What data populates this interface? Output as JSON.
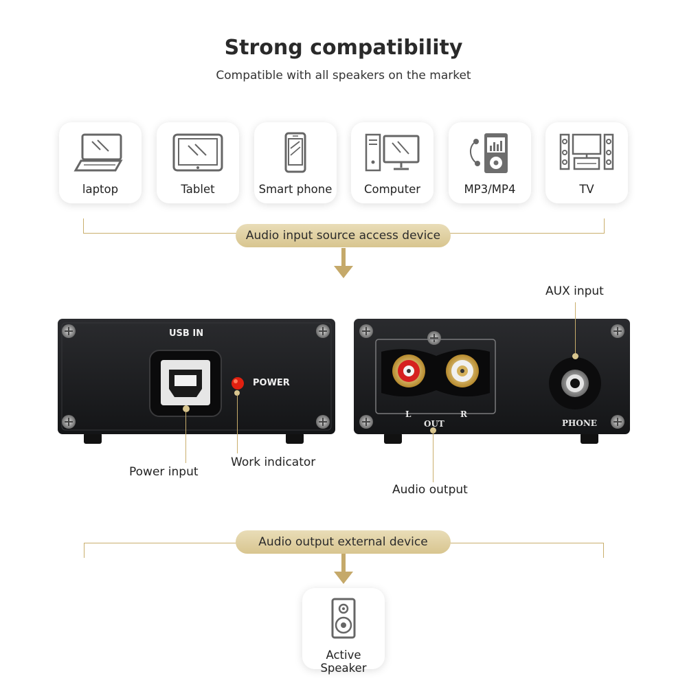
{
  "header": {
    "title": "Strong compatibility",
    "subtitle": "Compatible with all speakers on the market"
  },
  "sources": [
    {
      "label": "laptop",
      "icon": "laptop-icon"
    },
    {
      "label": "Tablet",
      "icon": "tablet-icon"
    },
    {
      "label": "Smart phone",
      "icon": "smartphone-icon"
    },
    {
      "label": "Computer",
      "icon": "computer-icon"
    },
    {
      "label": "MP3/MP4",
      "icon": "mp3-player-icon"
    },
    {
      "label": "TV",
      "icon": "tv-icon"
    }
  ],
  "input_banner": "Audio input source access device",
  "front_panel": {
    "usb_label": "USB IN",
    "power_label": "POWER",
    "callouts": {
      "power_input": "Power input",
      "work_indicator": "Work indicator"
    }
  },
  "back_panel": {
    "left_channel": "L",
    "right_channel": "R",
    "out_label": "OUT",
    "phone_label": "PHONE",
    "callouts": {
      "aux_input": "AUX input",
      "audio_output": "Audio output"
    }
  },
  "output_banner": "Audio output external device",
  "output_device": {
    "label": "Active Speaker",
    "icon": "speaker-icon"
  },
  "colors": {
    "accent_gold": "#d8c58f",
    "bracket_gold": "#c9ae6c",
    "arrow_gold": "#c5a96a",
    "device_black": "#1c1d1f",
    "led_red": "#e02010",
    "rca_red": "#d62020"
  }
}
